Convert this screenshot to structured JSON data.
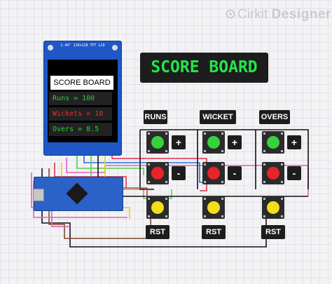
{
  "brand": {
    "prefix": "Cirkit",
    "suffix": "Designer"
  },
  "banner": {
    "text": "SCORE BOARD"
  },
  "tft": {
    "header": "1.44\" 128x128 TFT LCD",
    "title": "SCORE BOARD",
    "lines": [
      {
        "text": "Runs = 100",
        "color": "#22d43a"
      },
      {
        "text": "Wickets = 10",
        "color": "#e8322c"
      },
      {
        "text": "Overs = 8.5",
        "color": "#22d43a"
      }
    ]
  },
  "columns": [
    {
      "label": "RUNS",
      "top": "+",
      "middle": "-",
      "bottom": "RST"
    },
    {
      "label": "WICKET",
      "top": "+",
      "middle": "-",
      "bottom": "RST"
    },
    {
      "label": "OVERS",
      "top": "+",
      "middle": "-",
      "bottom": "RST"
    }
  ],
  "colors": {
    "green_button": "#36d23c",
    "red_button": "#e8242a",
    "yellow_button": "#f3dd1c",
    "wire_black": "#111111",
    "wire_green": "#55d24b",
    "wire_red": "#e0304c",
    "wire_pink": "#e060c0",
    "wire_yellow": "#f0d000",
    "wire_blue": "#2a6fd6",
    "wire_brown": "#7a4a2a"
  }
}
